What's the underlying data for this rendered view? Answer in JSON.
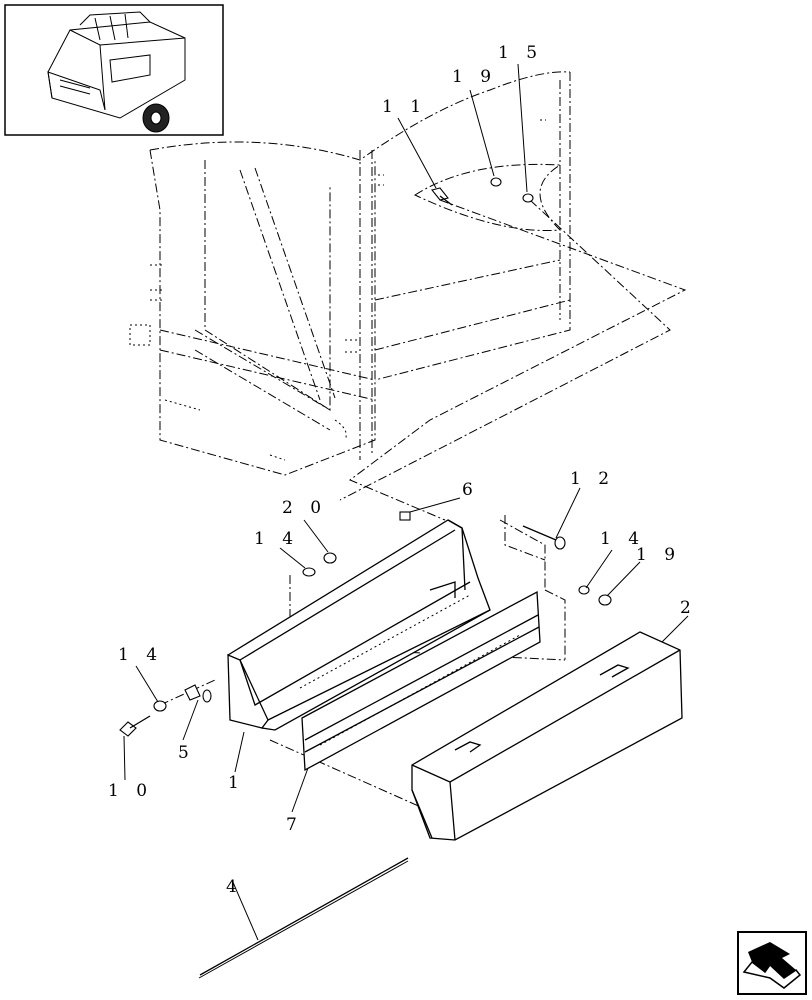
{
  "diagram": {
    "callouts": [
      {
        "id": "c11",
        "text": "1 1"
      },
      {
        "id": "c19a",
        "text": "1 9"
      },
      {
        "id": "c15",
        "text": "1 5"
      },
      {
        "id": "c6",
        "text": "6"
      },
      {
        "id": "c12",
        "text": "1 2"
      },
      {
        "id": "c20",
        "text": "2 0"
      },
      {
        "id": "c14a",
        "text": "1 4"
      },
      {
        "id": "c14b",
        "text": "1 4"
      },
      {
        "id": "c19b",
        "text": "1 9"
      },
      {
        "id": "c2",
        "text": "2"
      },
      {
        "id": "c14c",
        "text": "1 4"
      },
      {
        "id": "c5",
        "text": "5"
      },
      {
        "id": "c10",
        "text": "1 0"
      },
      {
        "id": "c1",
        "text": "1"
      },
      {
        "id": "c7",
        "text": "7"
      },
      {
        "id": "c4",
        "text": "4"
      }
    ],
    "icons": {
      "thumbnail": "baler-thumbnail-icon",
      "navigation": "next-page-arrow-icon"
    }
  }
}
